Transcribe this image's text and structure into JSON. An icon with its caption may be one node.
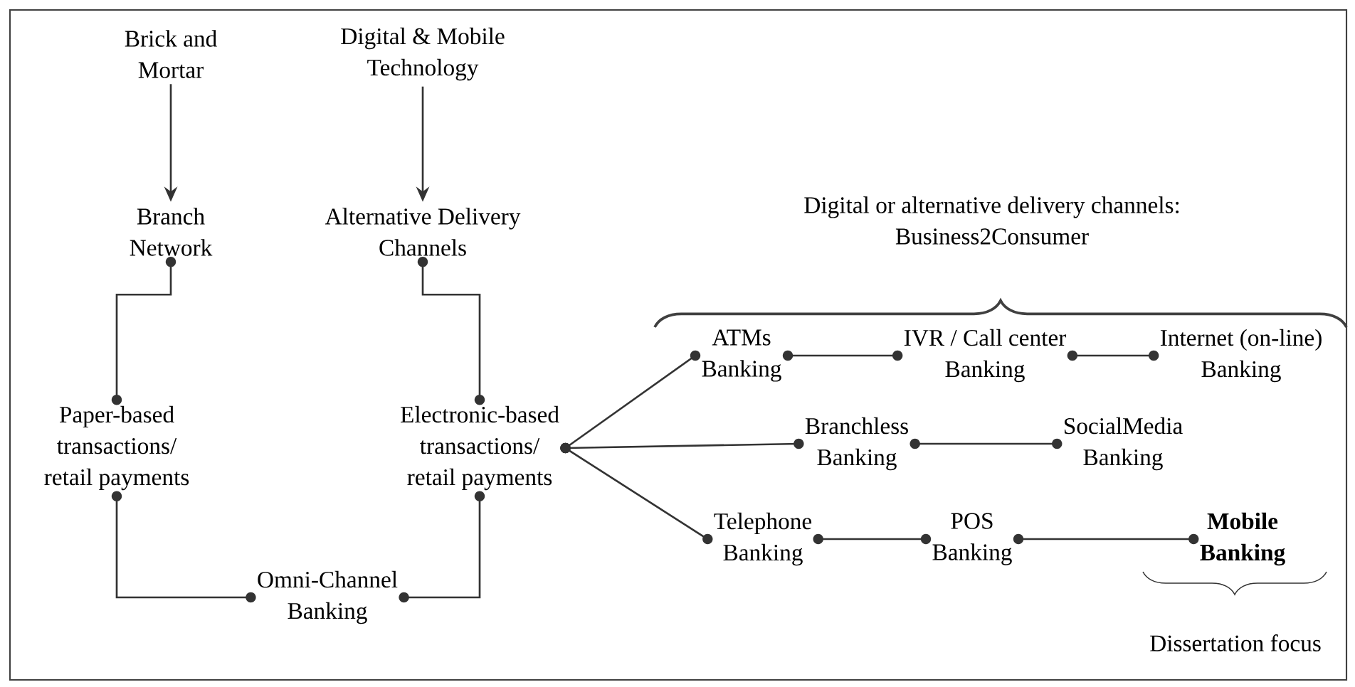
{
  "diagram": {
    "nodes": [
      {
        "text": [
          "Brick and Mortar"
        ]
      },
      {
        "text": [
          "Digital & Mobile Technology"
        ]
      },
      {
        "text": [
          "Branch Network"
        ]
      },
      {
        "text": [
          "Alternative Delivery Channels"
        ]
      },
      {
        "text": [
          "Paper-based transactions/ retail payments"
        ]
      },
      {
        "text": [
          "Electronic-based transactions/ retail payments"
        ]
      },
      {
        "text": [
          "Omni-Channel Banking"
        ]
      },
      {
        "text": [
          "ATMs Banking"
        ]
      },
      {
        "text": [
          "IVR / Call center Banking"
        ]
      },
      {
        "text": [
          "Internet (on-line) Banking"
        ]
      },
      {
        "text": [
          "Branchless Banking"
        ]
      },
      {
        "text": [
          "SocialMedia Banking"
        ]
      },
      {
        "text": [
          "Telephone Banking"
        ]
      },
      {
        "text": [
          "POS Banking"
        ]
      },
      {
        "text": [
          "Mobile Banking"
        ]
      }
    ],
    "edges": [
      {
        "from": 0,
        "to": 2,
        "arrow": "to"
      },
      {
        "from": 1,
        "to": 3,
        "arrow": "to"
      },
      {
        "from": 2,
        "to": 4,
        "arrow": "other"
      },
      {
        "from": 3,
        "to": 5,
        "arrow": "other"
      },
      {
        "from": 4,
        "to": 6,
        "arrow": "other"
      },
      {
        "from": 5,
        "to": 6,
        "arrow": "other"
      },
      {
        "from": 5,
        "to": 7,
        "arrow": "other"
      },
      {
        "from": 5,
        "to": 10,
        "arrow": "other"
      },
      {
        "from": 5,
        "to": 12,
        "arrow": "other"
      },
      {
        "from": 7,
        "to": 8,
        "arrow": "other"
      },
      {
        "from": 8,
        "to": 9,
        "arrow": "other"
      },
      {
        "from": 10,
        "to": 11,
        "arrow": "other"
      },
      {
        "from": 12,
        "to": 13,
        "arrow": "other"
      },
      {
        "from": 13,
        "to": 14,
        "arrow": "other"
      }
    ],
    "labels": [
      "Digital or alternative delivery channels: Business2Consumer",
      "Dissertation focus"
    ]
  }
}
